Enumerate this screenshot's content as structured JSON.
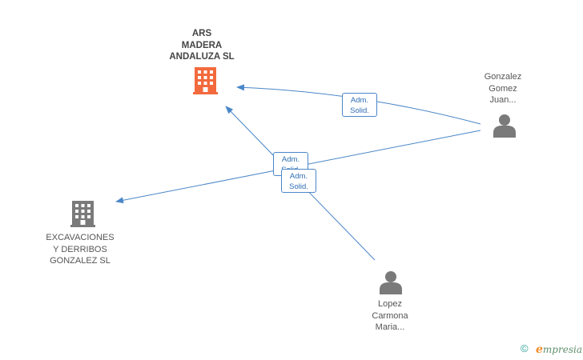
{
  "nodes": {
    "ars": {
      "lines": [
        "ARS",
        "MADERA",
        "ANDALUZA SL"
      ],
      "kind": "company",
      "highlight": true,
      "color": "#f26a3d"
    },
    "excavaciones": {
      "lines": [
        "EXCAVACIONES",
        "Y DERRIBOS",
        "GONZALEZ SL"
      ],
      "kind": "company",
      "color": "#7a7a7a"
    },
    "gonzalez": {
      "lines": [
        "Gonzalez",
        "Gomez",
        "Juan..."
      ],
      "kind": "person",
      "color": "#7a7a7a"
    },
    "lopez": {
      "lines": [
        "Lopez",
        "Carmona",
        "Maria..."
      ],
      "kind": "person",
      "color": "#7a7a7a"
    }
  },
  "edges": [
    {
      "from": "gonzalez",
      "to": "ars",
      "label": [
        "Adm.",
        "Solid."
      ]
    },
    {
      "from": "gonzalez",
      "to": "excavaciones",
      "label": [
        "Adm.",
        "Solid."
      ]
    },
    {
      "from": "lopez",
      "to": "ars",
      "label": [
        "Adm.",
        "Solid."
      ]
    }
  ],
  "colors": {
    "edge": "#4a86c8"
  },
  "footer": {
    "copyright": "©",
    "brand_initial": "e",
    "brand_rest": "mpresia"
  }
}
